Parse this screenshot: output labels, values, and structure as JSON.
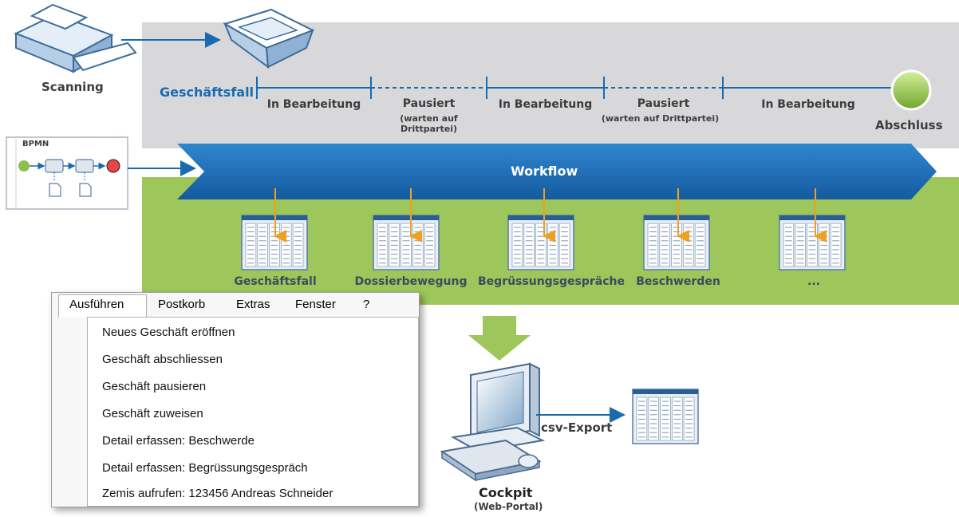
{
  "scanning": {
    "label": "Scanning"
  },
  "geschaeftsfall": {
    "label": "Geschäftsfall"
  },
  "phases": [
    {
      "label": "In Bearbeitung",
      "sub": ""
    },
    {
      "label": "Pausiert",
      "sub": "(warten auf Drittpartei)"
    },
    {
      "label": "In Bearbeitung",
      "sub": ""
    },
    {
      "label": "Pausiert",
      "sub": "(warten auf Drittpartei)"
    },
    {
      "label": "In Bearbeitung",
      "sub": ""
    }
  ],
  "abschluss": {
    "label": "Abschluss"
  },
  "bpmn": {
    "label": "BPMN"
  },
  "workflow": {
    "label": "Workflow"
  },
  "tables": [
    {
      "label": "Geschäftsfall"
    },
    {
      "label": "Dossierbewegung"
    },
    {
      "label": "Begrüssungsgespräche"
    },
    {
      "label": "Beschwerden"
    },
    {
      "label": "..."
    }
  ],
  "menu": {
    "bar": [
      "Ausführen",
      "Postkorb",
      "Extras",
      "Fenster",
      "?"
    ],
    "items": [
      "Neues Geschäft eröffnen",
      "Geschäft abschliessen",
      "Geschäft pausieren",
      "Geschäft zuweisen",
      "Detail erfassen: Beschwerde",
      "Detail erfassen: Begrüssungsgespräch",
      "Zemis aufrufen:  123456 Andreas Schneider"
    ]
  },
  "export": {
    "label": "csv-Export"
  },
  "cockpit": {
    "label": "Cockpit",
    "sub": "(Web-Portal)"
  },
  "colors": {
    "blue": "#1a6ab0",
    "green": "#9dc65b",
    "gray_band": "#d8d8db",
    "orange_arrow": "#f0a020"
  }
}
